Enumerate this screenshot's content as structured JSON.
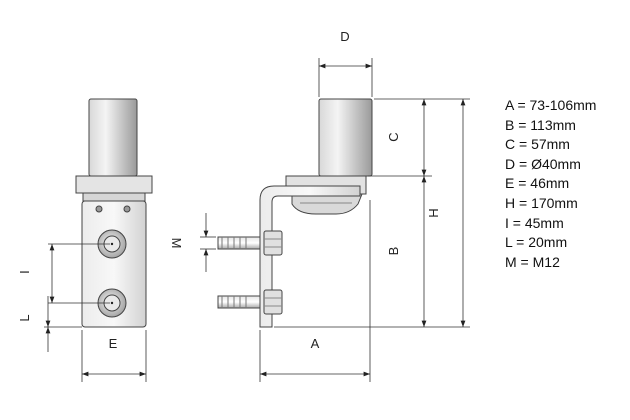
{
  "labels": {
    "d": "D",
    "c": "C",
    "b": "B",
    "h": "H",
    "a": "A",
    "m": "M",
    "i": "I",
    "l": "L",
    "e": "E"
  },
  "specs": [
    "A = 73-106mm",
    "B = 113mm",
    "C = 57mm",
    "D = Ø40mm",
    "E = 46mm",
    "H = 170mm",
    "I = 45mm",
    "L = 20mm",
    "M = M12"
  ]
}
